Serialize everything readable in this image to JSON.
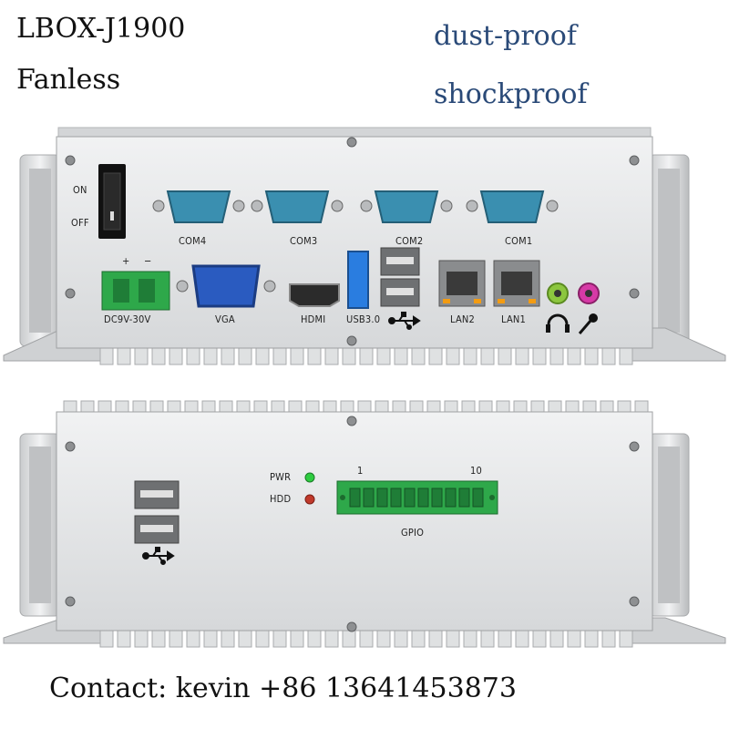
{
  "header": {
    "model": "LBOX-J1900",
    "cooling": "Fanless",
    "feature_1": "dust-proof",
    "feature_2": "shockproof"
  },
  "front_panel": {
    "switch_on": "ON",
    "switch_off": "OFF",
    "com_labels": [
      "COM4",
      "COM3",
      "COM2",
      "COM1"
    ],
    "power": "DC9V-30V",
    "power_plus": "+",
    "power_minus": "−",
    "vga": "VGA",
    "hdmi": "HDMI",
    "usb3": "USB3.0",
    "lan2": "LAN2",
    "lan1": "LAN1"
  },
  "rear_panel": {
    "pwr": "PWR",
    "hdd": "HDD",
    "gpio": "GPIO",
    "gpio_pin_first": "1",
    "gpio_pin_last": "10"
  },
  "footer": {
    "contact": "Contact: kevin +86 13641453873"
  },
  "colors": {
    "chassis": "#e4e5e6",
    "serial_port": "#3a8fb0",
    "vga_port": "#2a5bc0",
    "usb3_port": "#2a7de0",
    "terminal_green": "#2ea84a",
    "audio_out": "#8cc63f",
    "audio_in": "#d63aa6",
    "pwr_led": "#2ecc40",
    "hdd_led": "#c0392b"
  }
}
